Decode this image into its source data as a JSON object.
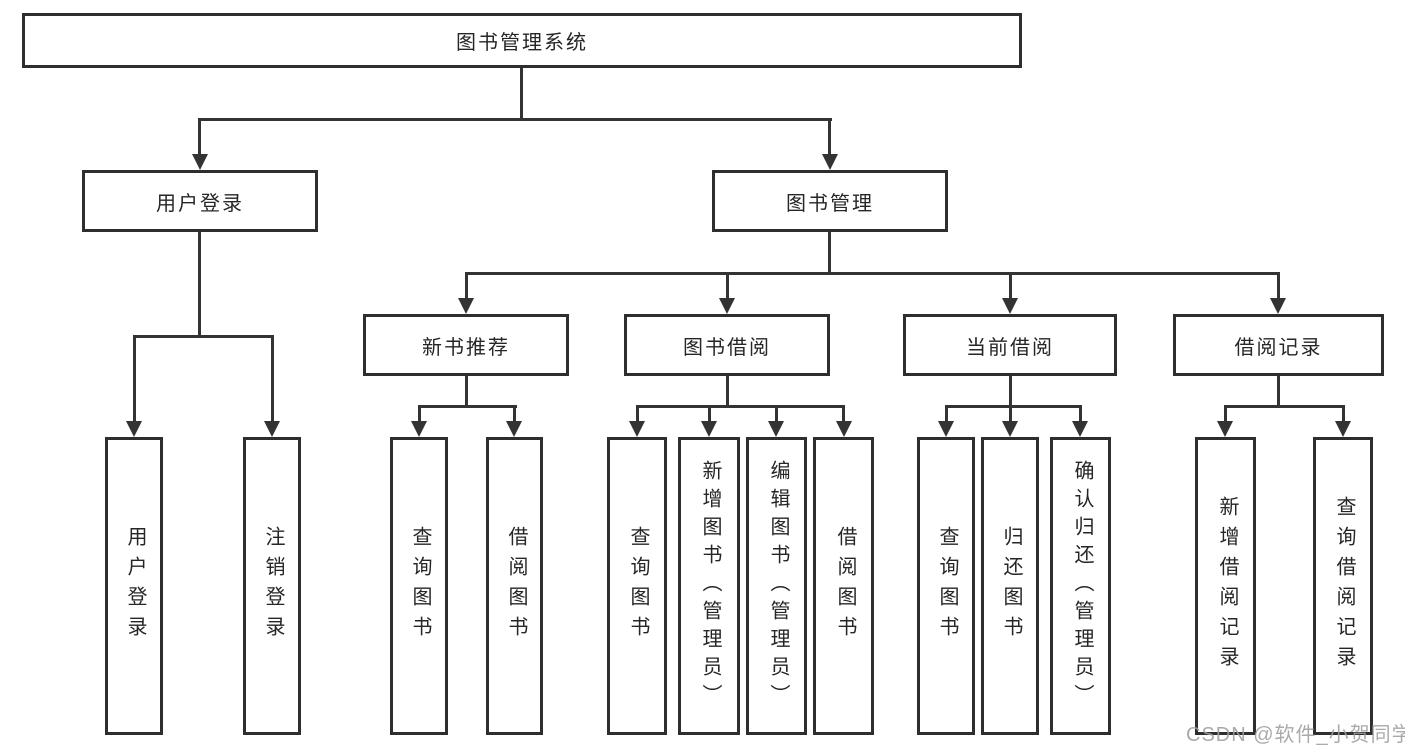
{
  "diagram": {
    "title": "图书管理系统",
    "user_branch": {
      "label": "用户登录",
      "children": [
        "用户登录",
        "注销登录"
      ]
    },
    "mgmt_branch": {
      "label": "图书管理",
      "sections": [
        {
          "label": "新书推荐",
          "children": [
            "查询图书",
            "借阅图书"
          ]
        },
        {
          "label": "图书借阅",
          "children": [
            "查询图书",
            "新增图书（管理员）",
            "编辑图书（管理员）",
            "借阅图书"
          ]
        },
        {
          "label": "当前借阅",
          "children": [
            "查询图书",
            "归还图书",
            "确认归还（管理员）"
          ]
        },
        {
          "label": "借阅记录",
          "children": [
            "新增借阅记录",
            "查询借阅记录"
          ]
        }
      ]
    }
  },
  "watermark": {
    "text": "CSDN @软件_小贺同学"
  },
  "colors": {
    "line": "#333333",
    "box_border": "#2e2e2e",
    "text": "#262626",
    "watermark": "#9e9e9e",
    "background": "#ffffff"
  }
}
